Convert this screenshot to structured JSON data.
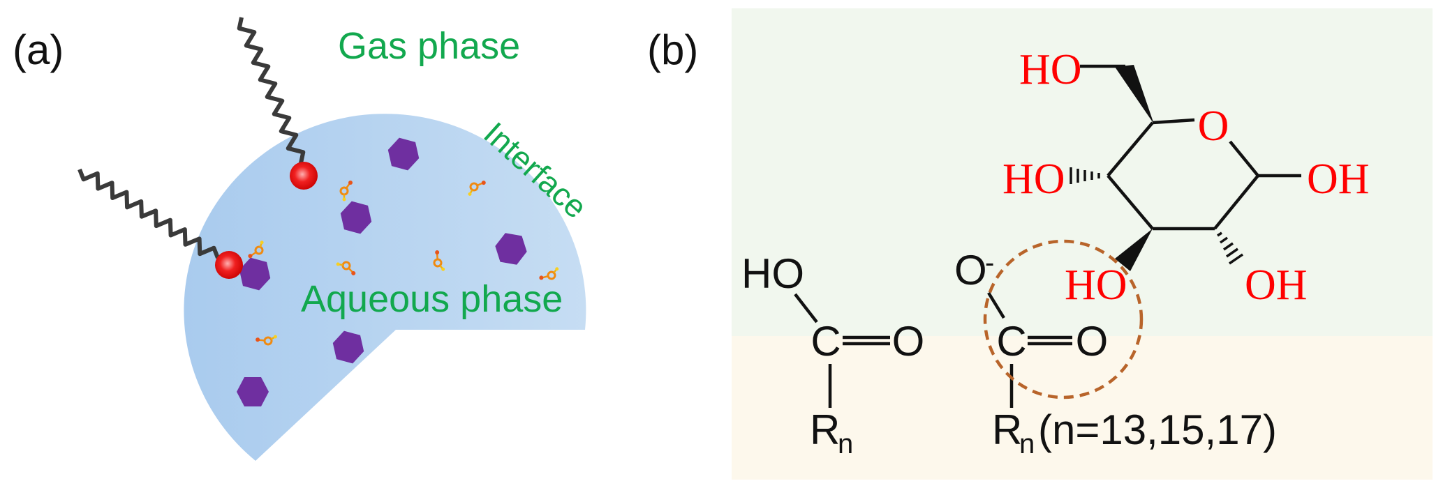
{
  "panel_a": {
    "label": "(a)",
    "gas_phase": "Gas phase",
    "interface": "Interface",
    "aqueous_phase": "Aqueous phase"
  },
  "panel_b": {
    "label": "(b)",
    "fatty_acid": {
      "oh": "HO",
      "c": "C",
      "o": "O",
      "r": "R",
      "r_sub": "n"
    },
    "carboxylate": {
      "o": "O",
      "charge": "-",
      "c": "C",
      "o2": "O",
      "r": "R",
      "r_sub": "n",
      "chain_note": "(n=13,15,17)"
    },
    "sugar": {
      "ch2oh": "HO",
      "ring_o": "O",
      "c1_oh": "OH",
      "c4_oh": "HO",
      "c3_oh": "HO",
      "c2_oh": "OH"
    }
  },
  "colors": {
    "phase_text": "#12a84e",
    "sugar_text": "#ff0000",
    "droplet": "#b6d4f1",
    "hexagon": "#6f2fa0",
    "surfactant_head": "#e8141a",
    "gas_region": "#f1f7ee",
    "aqueous_region": "#fdf8ec",
    "highlight_circle": "#b8642a"
  }
}
